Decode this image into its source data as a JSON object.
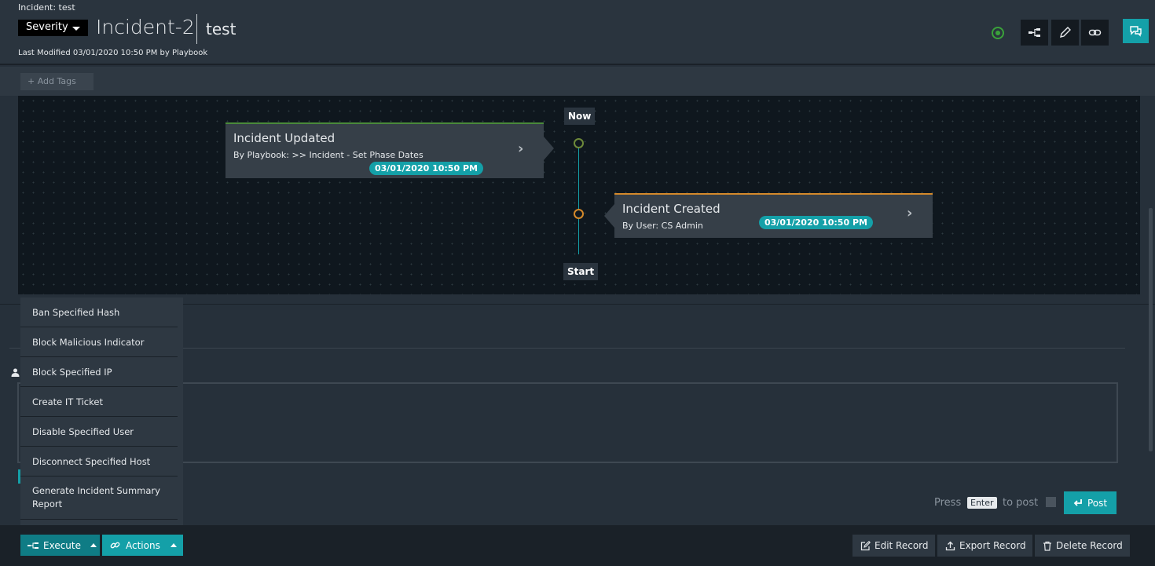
{
  "header": {
    "breadcrumb": "Incident: test",
    "severity_label": "Severity",
    "incident_id": "Incident-2",
    "incident_name": "test",
    "last_modified": "Last Modified 03/01/2020 10:50 PM by Playbook",
    "status_color": "#3aa23a",
    "icons": [
      "playbook-icon",
      "edit-icon",
      "link-icon",
      "chat-icon"
    ]
  },
  "tags": {
    "add_label": "+ Add Tags"
  },
  "timeline": {
    "now_label": "Now",
    "start_label": "Start",
    "events": [
      {
        "title": "Incident Updated",
        "subtitle": "By Playbook: >> Incident - Set Phase Dates",
        "date": "03/01/2020 10:50 PM",
        "accent": "#4a8a3a"
      },
      {
        "title": "Incident Created",
        "subtitle": "By User: CS Admin",
        "date": "03/01/2020 10:50 PM",
        "accent": "#d4892a"
      }
    ]
  },
  "menu": {
    "items": [
      "Ban Specified Hash",
      "Block Malicious Indicator",
      "Block Specified IP",
      "Create IT Ticket",
      "Disable Specified User",
      "Disconnect Specified Host",
      "Generate Incident Summary Report"
    ]
  },
  "comment": {
    "press": "Press",
    "key": "Enter",
    "to_post": "to post",
    "post_label": "Post"
  },
  "footer": {
    "execute_label": "Execute",
    "actions_label": "Actions",
    "edit_label": "Edit Record",
    "export_label": "Export Record",
    "delete_label": "Delete Record"
  },
  "colors": {
    "accent": "#14a0a8",
    "background": "#26303a"
  }
}
